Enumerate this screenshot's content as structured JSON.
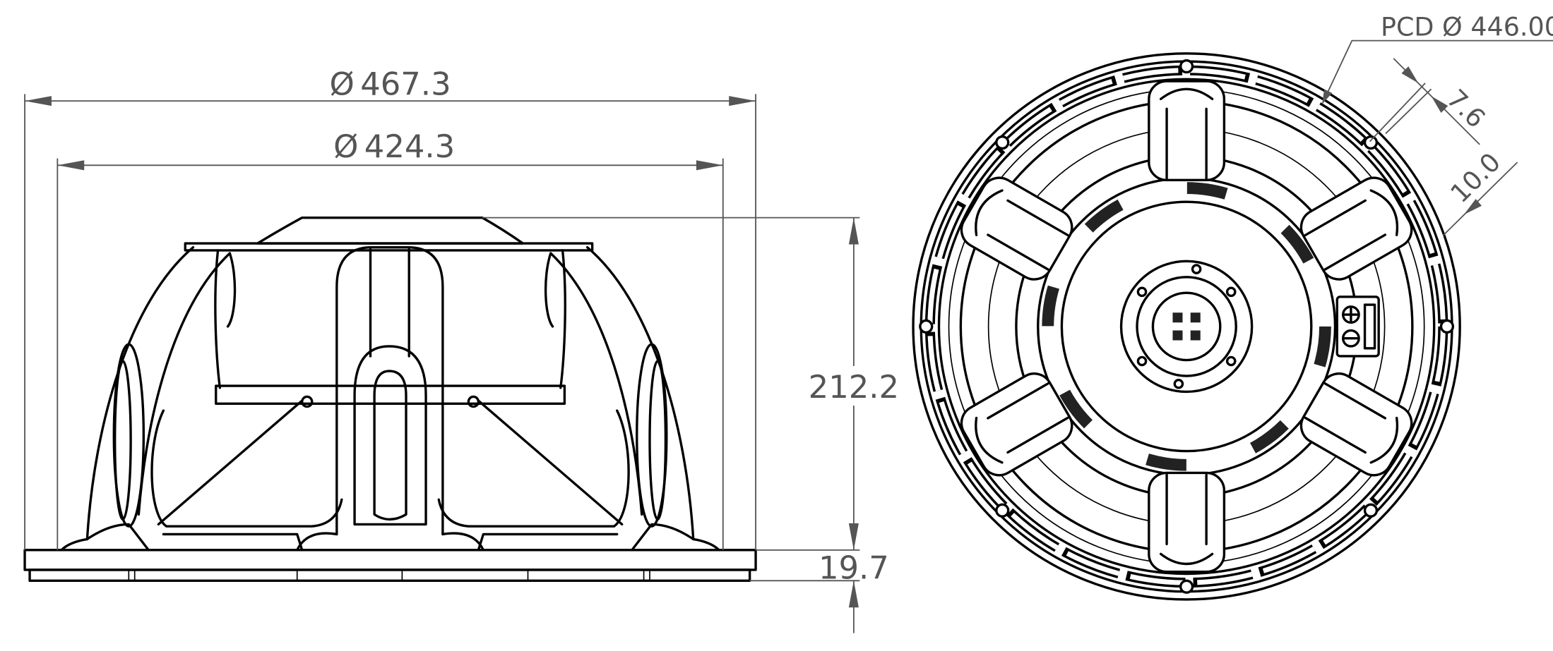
{
  "drawing": {
    "side_view": {
      "outer_diameter": {
        "symbol": "Ø",
        "value": "467.3"
      },
      "baffle_diameter": {
        "symbol": "Ø",
        "value": "424.3"
      },
      "overall_depth": "212.2",
      "flange_thickness": "19.7"
    },
    "front_view": {
      "pcd_label": "PCD Ø 446.00",
      "hole_size": "7.6",
      "slot_width": "10.0"
    },
    "colors": {
      "line": "#000000",
      "dimension": "#555555",
      "background": "#ffffff"
    }
  }
}
